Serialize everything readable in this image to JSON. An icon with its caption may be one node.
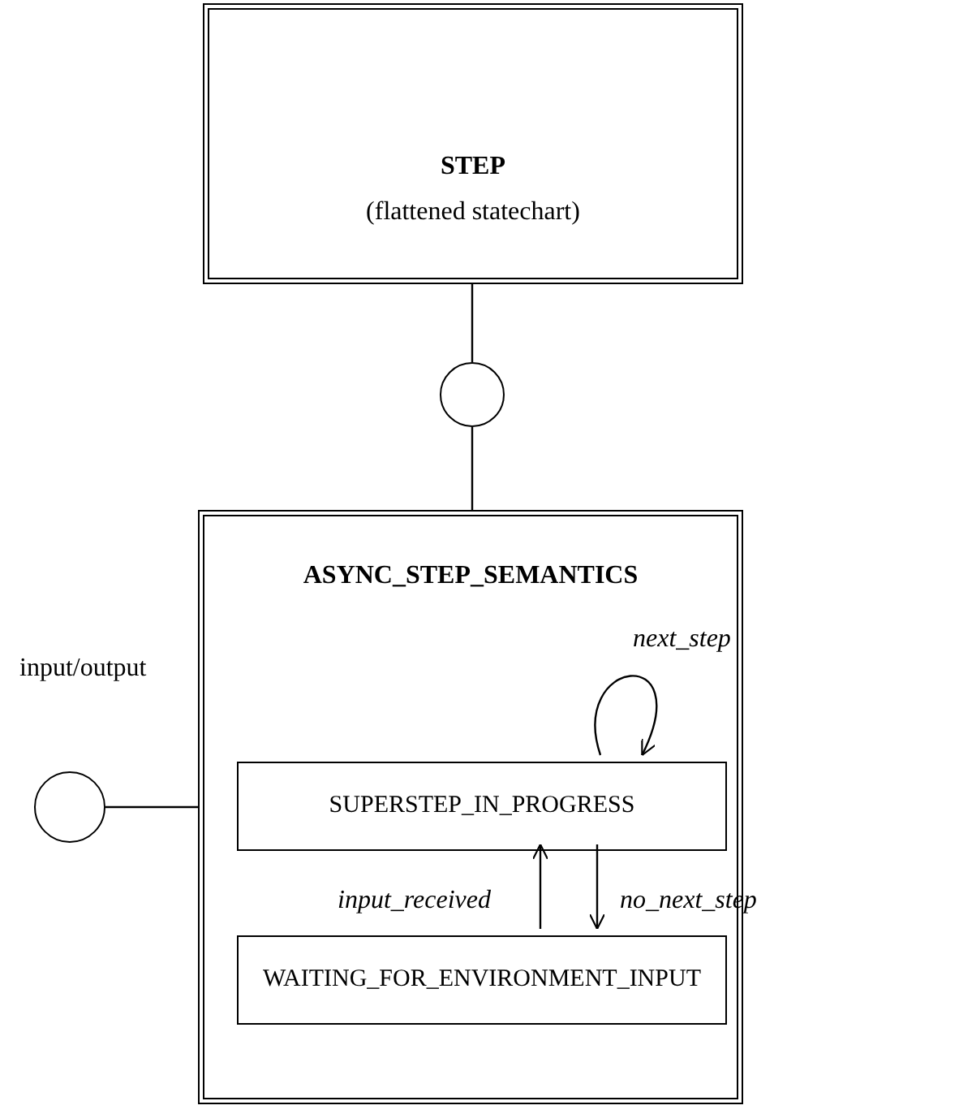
{
  "diagram": {
    "nodes": [
      {
        "text": [
          "STEP",
          "(flattened statechart)"
        ]
      },
      {
        "text": [],
        "shape": "circle"
      },
      {
        "text": [
          "ASYNC_STEP_SEMANTICS"
        ]
      },
      {
        "text": [
          "SUPERSTEP_IN_PROGRESS"
        ],
        "in": 2
      },
      {
        "text": [
          "WAITING_FOR_ENVIRONMENT_INPUT"
        ],
        "in": 2
      },
      {
        "text": [],
        "shape": "circle",
        "beside": [
          "input/output"
        ]
      }
    ],
    "edges": [
      {
        "from": 0,
        "to": 1,
        "arrow": "none"
      },
      {
        "from": 1,
        "to": 2,
        "arrow": "none"
      },
      {
        "from": 3,
        "to": 3,
        "label": "next_step",
        "arrow": "to"
      },
      {
        "from": 3,
        "to": 4,
        "label": "no_next_step",
        "arrow": "to"
      },
      {
        "from": 4,
        "to": 3,
        "label": "input_received",
        "arrow": "to"
      },
      {
        "from": 5,
        "to": 2,
        "arrow": "none"
      }
    ]
  }
}
